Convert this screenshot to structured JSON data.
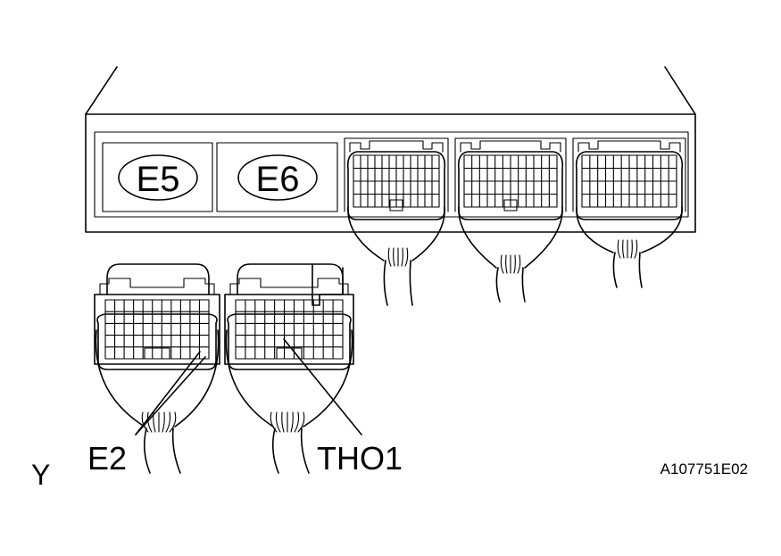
{
  "ecu": {
    "blank_port_labels": [
      "E5",
      "E6"
    ]
  },
  "connectors": {
    "left_label": "E2",
    "right_label": "THO1"
  },
  "view_marker": "Y",
  "figure_code": "A107751E02"
}
